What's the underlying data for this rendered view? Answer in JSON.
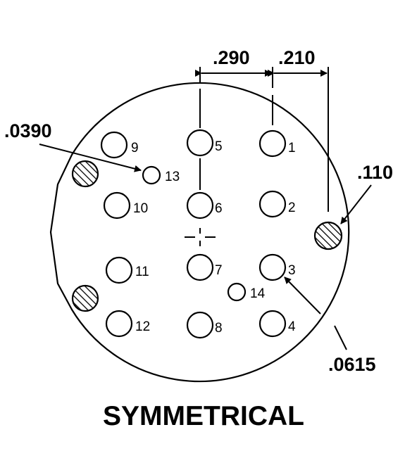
{
  "dimensions": {
    "d290": ".290",
    "d210": ".210",
    "d0390": ".0390",
    "d110": ".110",
    "d0615": ".0615"
  },
  "pins": {
    "p1": "1",
    "p2": "2",
    "p3": "3",
    "p4": "4",
    "p5": "5",
    "p6": "6",
    "p7": "7",
    "p8": "8",
    "p9": "9",
    "p10": "10",
    "p11": "11",
    "p12": "12",
    "p13": "13",
    "p14": "14"
  },
  "caption": "SYMMETRICAL",
  "colors": {
    "ink": "#000000",
    "background": "#ffffff"
  }
}
